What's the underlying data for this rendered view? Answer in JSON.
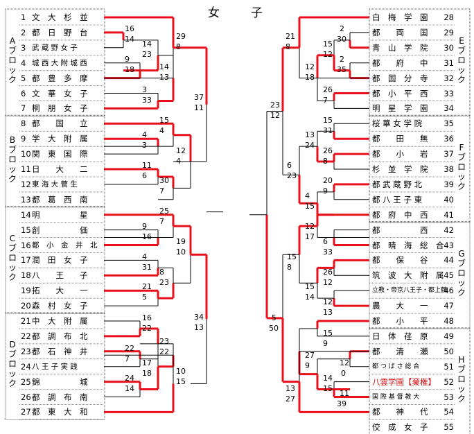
{
  "title": "女　子",
  "left_blocks": [
    {
      "label": "Aブロック",
      "from": 1,
      "to": 7
    },
    {
      "label": "Bブロック",
      "from": 8,
      "to": 13
    },
    {
      "label": "Cブロック",
      "from": 14,
      "to": 20
    },
    {
      "label": "Dブロック",
      "from": 21,
      "to": 27
    }
  ],
  "right_blocks": [
    {
      "label": "Eブロック",
      "from": 28,
      "to": 34
    },
    {
      "label": "Fブロック",
      "from": 35,
      "to": 41
    },
    {
      "label": "Gブロック",
      "from": 42,
      "to": 48
    },
    {
      "label": "Hブロック",
      "from": 49,
      "to": 55
    }
  ],
  "teams_left": [
    {
      "no": "1",
      "name": "文　大　杉　並"
    },
    {
      "no": "2",
      "name": "都　日　野　台"
    },
    {
      "no": "3",
      "name": "武 蔵 野 女 子"
    },
    {
      "no": "4",
      "name": "城 西 大 附 城 西"
    },
    {
      "no": "5",
      "name": "都　豊　多　摩"
    },
    {
      "no": "6",
      "name": "文　華　女　子"
    },
    {
      "no": "7",
      "name": "桐　朋　女　子"
    },
    {
      "no": "8",
      "name": "都　　国　　立"
    },
    {
      "no": "9",
      "name": "学　大　附　属"
    },
    {
      "no": "10",
      "name": "関　東　国　際"
    },
    {
      "no": "11",
      "name": "日　　大　　二"
    },
    {
      "no": "12",
      "name": "東 海 大 菅 生"
    },
    {
      "no": "13",
      "name": "都　葛　西　南"
    },
    {
      "no": "14",
      "name": "明　　　　　星"
    },
    {
      "no": "15",
      "name": "創　　　　　価"
    },
    {
      "no": "16",
      "name": "都　小　金　井　北"
    },
    {
      "no": "17",
      "name": "潤　田　女　子"
    },
    {
      "no": "18",
      "name": "八　　王　　子"
    },
    {
      "no": "19",
      "name": "拓　　大　　一"
    },
    {
      "no": "20",
      "name": "森　村　女　子"
    },
    {
      "no": "21",
      "name": "中　大　附　属"
    },
    {
      "no": "22",
      "name": "都　調　布　北"
    },
    {
      "no": "23",
      "name": "都　石　神　井"
    },
    {
      "no": "24",
      "name": "八 王 子 実 践"
    },
    {
      "no": "25",
      "name": "錦　　　　　城"
    },
    {
      "no": "26",
      "name": "都　調　布　南"
    },
    {
      "no": "27",
      "name": "都　東　大　和"
    }
  ],
  "teams_right": [
    {
      "no": "28",
      "name": "白　梅　学　園"
    },
    {
      "no": "29",
      "name": "都　　両　　国"
    },
    {
      "no": "30",
      "name": "青　山　学　院"
    },
    {
      "no": "31",
      "name": "都　　府　　中"
    },
    {
      "no": "32",
      "name": "都　国　分　寺"
    },
    {
      "no": "33",
      "name": "都　小　平　西"
    },
    {
      "no": "34",
      "name": "明　星　学　園"
    },
    {
      "no": "35",
      "name": "桜 華 女 学 院"
    },
    {
      "no": "36",
      "name": "都　　田　　無"
    },
    {
      "no": "37",
      "name": "都　　小　　岩"
    },
    {
      "no": "38",
      "name": "杉　並　学　院"
    },
    {
      "no": "39",
      "name": "都 武 蔵 野 北"
    },
    {
      "no": "40",
      "name": "都 八 王 子 東"
    },
    {
      "no": "41",
      "name": "都　府　中　西"
    },
    {
      "no": "42",
      "name": "都　　　　　西"
    },
    {
      "no": "43",
      "name": "都　晴　海　総　合"
    },
    {
      "no": "44",
      "name": "都　　保　　谷"
    },
    {
      "no": "45",
      "name": "筑　波　大　附　属"
    },
    {
      "no": "46",
      "name": "立教・帝京八王子・都上鶴"
    },
    {
      "no": "47",
      "name": "農　　大　　一"
    },
    {
      "no": "48",
      "name": "都　　小　　平"
    },
    {
      "no": "49",
      "name": "日　体　荏　原"
    },
    {
      "no": "50",
      "name": "都　　清　　瀬"
    },
    {
      "no": "51",
      "name": "都 つ ば さ 総 合"
    },
    {
      "no": "52",
      "name": "八雲学園【棄権】"
    },
    {
      "no": "53",
      "name": "国 際 基 督 教 大"
    },
    {
      "no": "54",
      "name": "都　　神　　代"
    },
    {
      "no": "55",
      "name": "佼　成　女　子"
    }
  ],
  "scores": [
    {
      "id": "s1",
      "v": "16"
    },
    {
      "id": "s2",
      "v": "14"
    },
    {
      "id": "s3",
      "v": "14"
    },
    {
      "id": "s4",
      "v": "23"
    },
    {
      "id": "s5",
      "v": "9"
    },
    {
      "id": "s6",
      "v": "18"
    },
    {
      "id": "s7",
      "v": "14"
    },
    {
      "id": "s8",
      "v": "13"
    },
    {
      "id": "s9",
      "v": "3"
    },
    {
      "id": "s10",
      "v": "33"
    },
    {
      "id": "s11",
      "v": "29"
    },
    {
      "id": "s12",
      "v": "8"
    },
    {
      "id": "s13",
      "v": "37"
    },
    {
      "id": "s14",
      "v": "11"
    },
    {
      "id": "s15",
      "v": "15"
    },
    {
      "id": "s16",
      "v": "4"
    },
    {
      "id": "s17",
      "v": "4"
    },
    {
      "id": "s18",
      "v": "3"
    },
    {
      "id": "s19",
      "v": "12"
    },
    {
      "id": "s20",
      "v": "4"
    },
    {
      "id": "s21",
      "v": "11"
    },
    {
      "id": "s22",
      "v": "6"
    },
    {
      "id": "s23",
      "v": "30"
    },
    {
      "id": "s24",
      "v": "7"
    },
    {
      "id": "s25",
      "v": "25"
    },
    {
      "id": "s26",
      "v": "7"
    },
    {
      "id": "s27",
      "v": "9"
    },
    {
      "id": "s28",
      "v": "16"
    },
    {
      "id": "s29",
      "v": "19"
    },
    {
      "id": "s30",
      "v": "10"
    },
    {
      "id": "s31",
      "v": "4"
    },
    {
      "id": "s32",
      "v": "31"
    },
    {
      "id": "s33",
      "v": "8"
    },
    {
      "id": "s34",
      "v": "23"
    },
    {
      "id": "s35",
      "v": "21"
    },
    {
      "id": "s36",
      "v": "5"
    },
    {
      "id": "s37",
      "v": "34"
    },
    {
      "id": "s38",
      "v": "13"
    },
    {
      "id": "s39",
      "v": "16"
    },
    {
      "id": "s40",
      "v": "22"
    },
    {
      "id": "s41",
      "v": "23"
    },
    {
      "id": "s42",
      "v": "22"
    },
    {
      "id": "s43",
      "v": "22"
    },
    {
      "id": "s44",
      "v": "7"
    },
    {
      "id": "s45",
      "v": "17"
    },
    {
      "id": "s46",
      "v": "18"
    },
    {
      "id": "s47",
      "v": "24"
    },
    {
      "id": "s48",
      "v": "14"
    },
    {
      "id": "s49",
      "v": "10"
    },
    {
      "id": "s50",
      "v": "15"
    },
    {
      "id": "r1",
      "v": "21"
    },
    {
      "id": "r2",
      "v": "8"
    },
    {
      "id": "r3",
      "v": "2"
    },
    {
      "id": "r4",
      "v": "30"
    },
    {
      "id": "r5",
      "v": "15"
    },
    {
      "id": "r6",
      "v": "12"
    },
    {
      "id": "r7",
      "v": "2"
    },
    {
      "id": "r8",
      "v": "35"
    },
    {
      "id": "r9",
      "v": "12"
    },
    {
      "id": "r10",
      "v": "18"
    },
    {
      "id": "r11",
      "v": "26"
    },
    {
      "id": "r12",
      "v": "7"
    },
    {
      "id": "r13",
      "v": "23"
    },
    {
      "id": "r14",
      "v": "12"
    },
    {
      "id": "r15",
      "v": "15"
    },
    {
      "id": "r16",
      "v": "31"
    },
    {
      "id": "r17",
      "v": "13"
    },
    {
      "id": "r18",
      "v": "24"
    },
    {
      "id": "r19",
      "v": "26"
    },
    {
      "id": "r20",
      "v": "8"
    },
    {
      "id": "r21",
      "v": "6"
    },
    {
      "id": "r22",
      "v": "23"
    },
    {
      "id": "r23",
      "v": "20"
    },
    {
      "id": "r24",
      "v": "9"
    },
    {
      "id": "r25",
      "v": "4"
    },
    {
      "id": "r26",
      "v": "15"
    },
    {
      "id": "r27",
      "v": "12"
    },
    {
      "id": "r28",
      "v": "17"
    },
    {
      "id": "r29",
      "v": "6"
    },
    {
      "id": "r30",
      "v": "33"
    },
    {
      "id": "r31",
      "v": "15"
    },
    {
      "id": "r32",
      "v": "8"
    },
    {
      "id": "r33",
      "v": "26"
    },
    {
      "id": "r34",
      "v": "12"
    },
    {
      "id": "r35",
      "v": "15"
    },
    {
      "id": "r36",
      "v": "14"
    },
    {
      "id": "r37",
      "v": "12"
    },
    {
      "id": "r38",
      "v": "13"
    },
    {
      "id": "r39",
      "v": "5"
    },
    {
      "id": "r40",
      "v": "50"
    },
    {
      "id": "r41",
      "v": "15"
    },
    {
      "id": "r42",
      "v": "9"
    },
    {
      "id": "r43",
      "v": "27"
    },
    {
      "id": "r44",
      "v": "9"
    },
    {
      "id": "r45",
      "v": "12"
    },
    {
      "id": "r46",
      "v": "0"
    },
    {
      "id": "r47",
      "v": "14"
    },
    {
      "id": "r48",
      "v": "15"
    },
    {
      "id": "r49",
      "v": "11"
    },
    {
      "id": "r50",
      "v": "39"
    },
    {
      "id": "r51",
      "v": "13"
    },
    {
      "id": "r52",
      "v": "27"
    }
  ],
  "colors": {
    "winner_line": "#e8101a",
    "loser_line": "#000000",
    "forfeit_text": "#d01010"
  }
}
